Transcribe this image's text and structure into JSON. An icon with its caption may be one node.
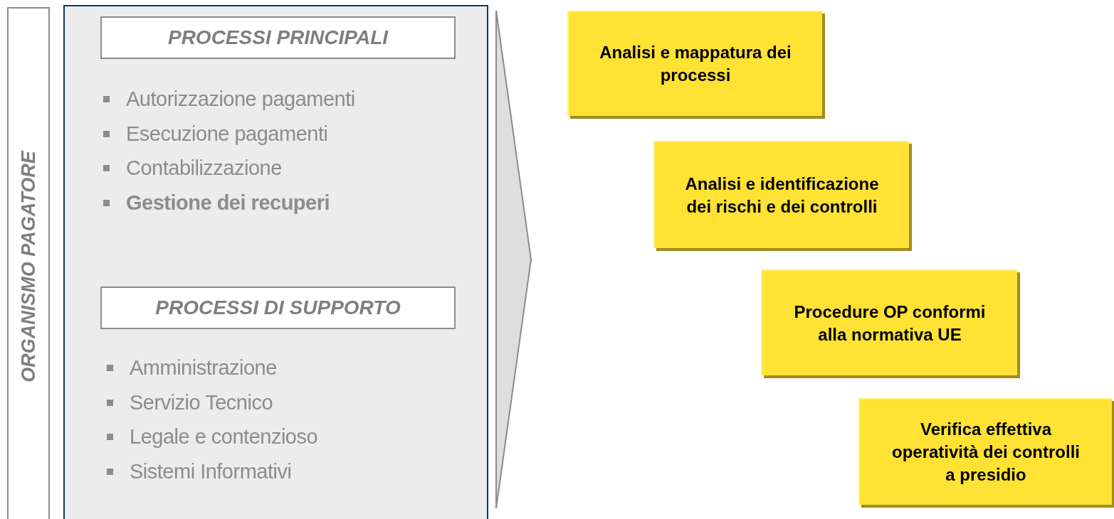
{
  "diagram": {
    "nodes": [
      {
        "text": [
          "ORGANISMO PAGATORE"
        ]
      },
      {
        "text": [],
        "shape": "box"
      },
      {
        "text": [
          "PROCESSI PRINCIPALI"
        ],
        "in": 1
      },
      {
        "text": [
          "PROCESSI DI SUPPORTO"
        ],
        "in": 1
      },
      {
        "text": [
          "Analisi e mappatura dei processi"
        ]
      },
      {
        "text": [
          "Analisi e identificazione dei rischi e dei controlli"
        ]
      },
      {
        "text": [
          "Procedure OP conformi alla normativa UE"
        ]
      },
      {
        "text": [
          "Verifica effettiva operatività dei controlli a presidio"
        ]
      }
    ],
    "labels": [
      "Autorizzazione pagamenti",
      "Esecuzione pagamenti",
      "Contabilizzazione",
      "Gestione dei recuperi",
      "Amministrazione",
      "Servizio Tecnico",
      "Legale e contenzioso",
      "Sistemi Informativi"
    ]
  }
}
